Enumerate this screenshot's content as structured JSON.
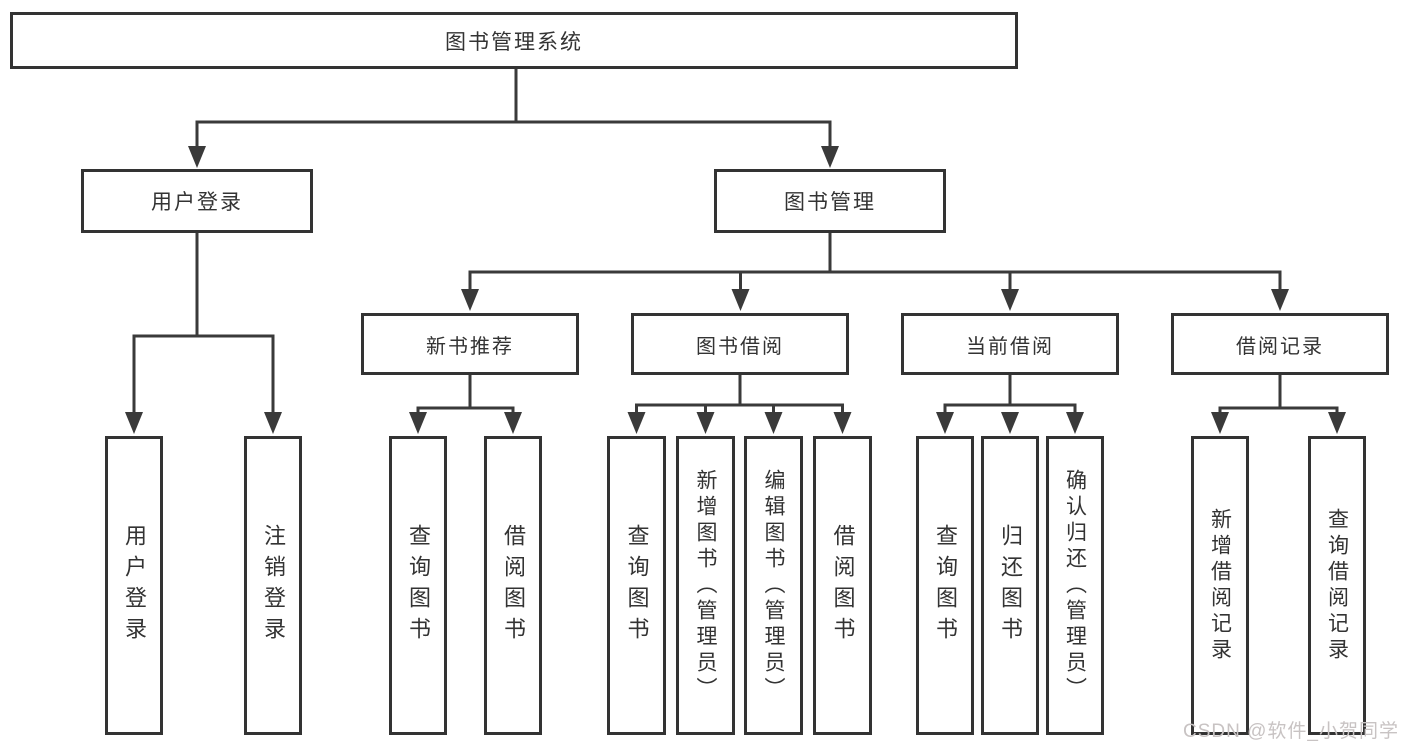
{
  "tree": {
    "root": "图书管理系统",
    "branches": [
      {
        "label": "用户登录",
        "children": [
          "用户登录",
          "注销登录"
        ]
      },
      {
        "label": "图书管理",
        "groups": [
          {
            "label": "新书推荐",
            "children": [
              "查询图书",
              "借阅图书"
            ]
          },
          {
            "label": "图书借阅",
            "children": [
              "查询图书",
              "新增图书（管理员）",
              "编辑图书（管理员）",
              "借阅图书"
            ]
          },
          {
            "label": "当前借阅",
            "children": [
              "查询图书",
              "归还图书",
              "确认归还（管理员）"
            ]
          },
          {
            "label": "借阅记录",
            "children": [
              "新增借阅记录",
              "查询借阅记录"
            ]
          }
        ]
      }
    ]
  },
  "watermark": "CSDN @软件_小贺同学",
  "colors": {
    "box_border": "#333333",
    "connector_line": "#3a3a3a",
    "text": "#333333",
    "watermark_text": "#c8c3c3",
    "background": "#ffffff"
  }
}
